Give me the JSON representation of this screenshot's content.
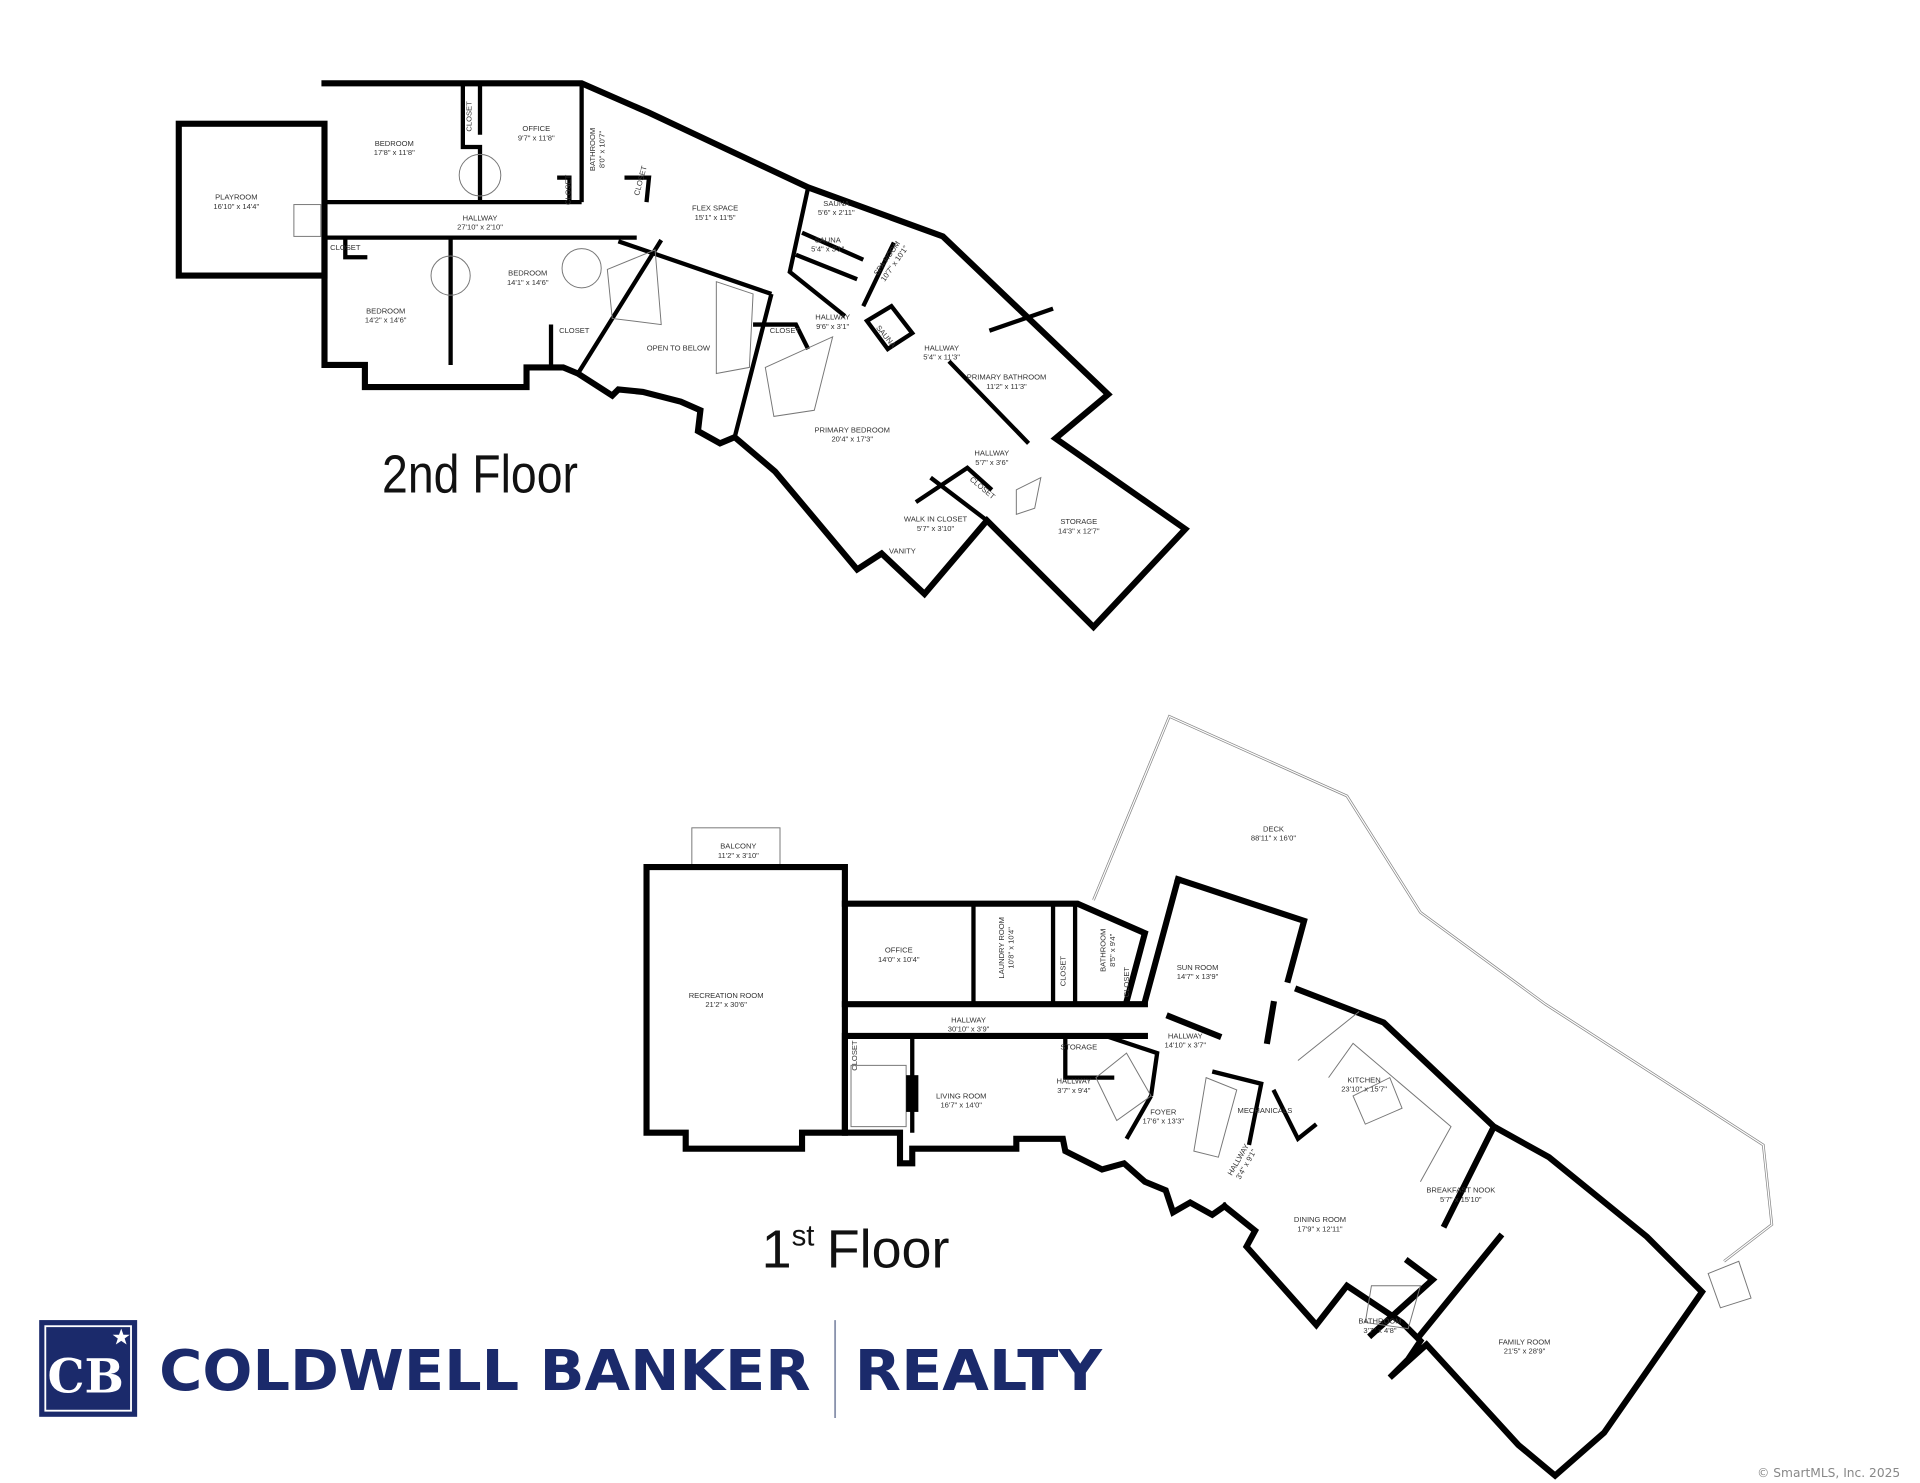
{
  "floor_2": {
    "title": "2nd Floor",
    "rooms": [
      {
        "name": "PLAYROOM",
        "dims": "16'10\" x 14'4\""
      },
      {
        "name": "BEDROOM",
        "dims": "17'8\" x 11'8\""
      },
      {
        "name": "CLOSET",
        "dims": ""
      },
      {
        "name": "OFFICE",
        "dims": "9'7\" x 11'8\""
      },
      {
        "name": "BATHROOM",
        "dims": "8'0\" x 10'7\""
      },
      {
        "name": "CLOSET",
        "dims": ""
      },
      {
        "name": "CLOSET",
        "dims": ""
      },
      {
        "name": "HALLWAY",
        "dims": "27'10\" x 2'10\""
      },
      {
        "name": "FLEX SPACE",
        "dims": "15'1\" x 11'5\""
      },
      {
        "name": "CLOSET",
        "dims": ""
      },
      {
        "name": "BEDROOM",
        "dims": "14'2\" x 14'6\""
      },
      {
        "name": "BEDROOM",
        "dims": "14'1\" x 14'6\""
      },
      {
        "name": "CLOSET",
        "dims": ""
      },
      {
        "name": "OPEN TO BELOW",
        "dims": ""
      },
      {
        "name": "CLOSET",
        "dims": ""
      },
      {
        "name": "SAUNA",
        "dims": "5'6\" x 2'11\""
      },
      {
        "name": "SAUNA",
        "dims": "5'4\" x 3'1\""
      },
      {
        "name": "SPA ROOM",
        "dims": "10'7\" x 10'1\""
      },
      {
        "name": "HALLWAY",
        "dims": "9'6\" x 3'1\""
      },
      {
        "name": "SAUNA",
        "dims": ""
      },
      {
        "name": "HALLWAY",
        "dims": "5'4\" x 11'3\""
      },
      {
        "name": "PRIMARY BATHROOM",
        "dims": "11'2\" x 11'3\""
      },
      {
        "name": "PRIMARY BEDROOM",
        "dims": "20'4\" x 17'3\""
      },
      {
        "name": "HALLWAY",
        "dims": "5'7\" x 3'6\""
      },
      {
        "name": "CLOSET",
        "dims": ""
      },
      {
        "name": "WALK IN CLOSET",
        "dims": "5'7\" x 3'10\""
      },
      {
        "name": "VANITY",
        "dims": ""
      },
      {
        "name": "STORAGE",
        "dims": "14'3\" x 12'7\""
      }
    ]
  },
  "floor_1": {
    "title": {
      "number": "1",
      "suffix": "st",
      "word": "Floor"
    },
    "rooms": [
      {
        "name": "BALCONY",
        "dims": "11'2\" x 3'10\""
      },
      {
        "name": "RECREATION ROOM",
        "dims": "21'2\" x 30'6\""
      },
      {
        "name": "OFFICE",
        "dims": "14'0\" x 10'4\""
      },
      {
        "name": "LAUNDRY ROOM",
        "dims": "10'8\" x 10'4\""
      },
      {
        "name": "CLOSET",
        "dims": ""
      },
      {
        "name": "BATHROOM",
        "dims": "8'5\" x 9'4\""
      },
      {
        "name": "CLOSET",
        "dims": ""
      },
      {
        "name": "HALLWAY",
        "dims": "30'10\" x 3'9\""
      },
      {
        "name": "CLOSET",
        "dims": ""
      },
      {
        "name": "STORAGE",
        "dims": ""
      },
      {
        "name": "HALLWAY",
        "dims": "3'7\" x 9'4\""
      },
      {
        "name": "LIVING ROOM",
        "dims": "16'7\" x 14'0\""
      },
      {
        "name": "SUN ROOM",
        "dims": "14'7\" x 13'9\""
      },
      {
        "name": "HALLWAY",
        "dims": "14'10\" x 3'7\""
      },
      {
        "name": "FOYER",
        "dims": "17'6\" x 13'3\""
      },
      {
        "name": "MECHANICALS",
        "dims": ""
      },
      {
        "name": "HALLWAY",
        "dims": "3'4\" x 9'1\""
      },
      {
        "name": "KITCHEN",
        "dims": "23'10\" x 15'7\""
      },
      {
        "name": "DECK",
        "dims": "88'11\" x 16'0\""
      },
      {
        "name": "BREAKFAST NOOK",
        "dims": "5'7\" x 15'10\""
      },
      {
        "name": "DINING ROOM",
        "dims": "17'9\" x 12'11\""
      },
      {
        "name": "BATHROOM",
        "dims": "3'7\" x 4'8\""
      },
      {
        "name": "FAMILY ROOM",
        "dims": "21'5\" x 28'9\""
      }
    ]
  },
  "logo": {
    "monogram": "CB",
    "brand": "COLDWELL BANKER",
    "suffix": "REALTY"
  },
  "copyright": "© SmartMLS, Inc.  2025",
  "colors": {
    "brand": "#1b2a6b",
    "wall": "#000000",
    "deck": "#888888"
  }
}
